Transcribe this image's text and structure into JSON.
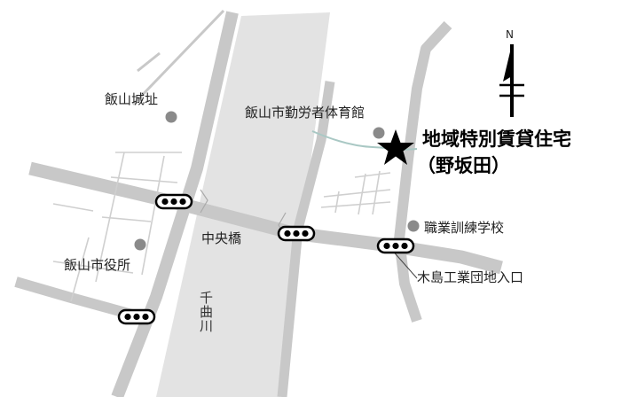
{
  "compass": {
    "north_label": "N"
  },
  "target": {
    "name": "地域特別賃貸住宅",
    "subname": "（野坂田）",
    "marker": "star-icon"
  },
  "landmarks": {
    "castle": "飯山城址",
    "gym": "飯山市勤労者体育館",
    "city_hall": "飯山市役所",
    "school": "職業訓練学校",
    "bridge": "中央橋",
    "industrial": "木島工業団地入口",
    "river": "千曲川"
  },
  "colors": {
    "road": "#c8c8c8",
    "river_band": "#e3e3e3",
    "poi": "#8a8a8a",
    "stream": "#a9c8c4",
    "text": "#222222"
  },
  "icons": [
    "star-icon",
    "poi-dot-icon",
    "traffic-signal-icon",
    "north-arrow-icon"
  ]
}
